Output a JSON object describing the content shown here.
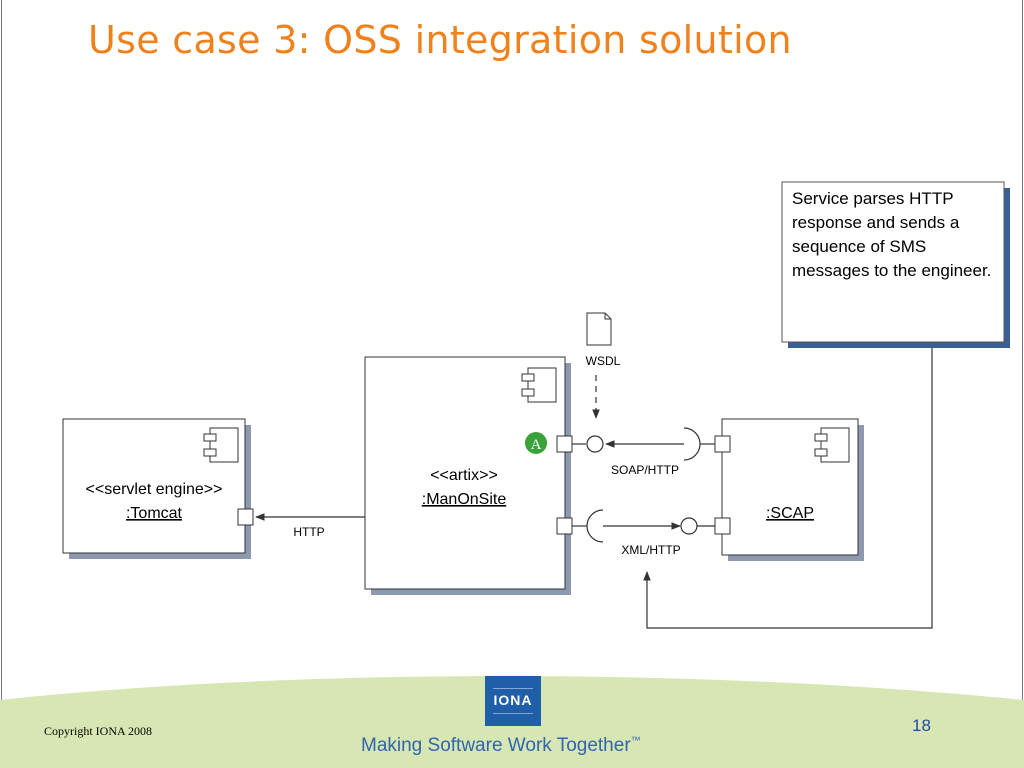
{
  "slide": {
    "title": "Use case 3: OSS integration solution",
    "page_number": "18",
    "copyright": "Copyright IONA 2008"
  },
  "diagram": {
    "tomcat": {
      "stereotype": "<<servlet engine>>",
      "name": ":Tomcat"
    },
    "artix": {
      "stereotype": "<<artix>>",
      "name": ":ManOnSite"
    },
    "scap": {
      "name": ":SCAP"
    },
    "labels": {
      "http": "HTTP",
      "wsdl": "WSDL",
      "soap_http": "SOAP/HTTP",
      "xml_http": "XML/HTTP"
    },
    "marker": "A",
    "note": "Service parses HTTP response and sends a sequence of SMS messages to the engineer."
  },
  "footer": {
    "logo": "IONA",
    "tagline": "Making Software Work Together",
    "trademark": "™"
  },
  "colors": {
    "title": "#f0821e",
    "component_shadow": "#8e99b0",
    "note_shadow": "#3a5f94",
    "footer_band": "#d8e6b4",
    "marker": "#3aa23a",
    "logo": "#1f5ea8"
  }
}
